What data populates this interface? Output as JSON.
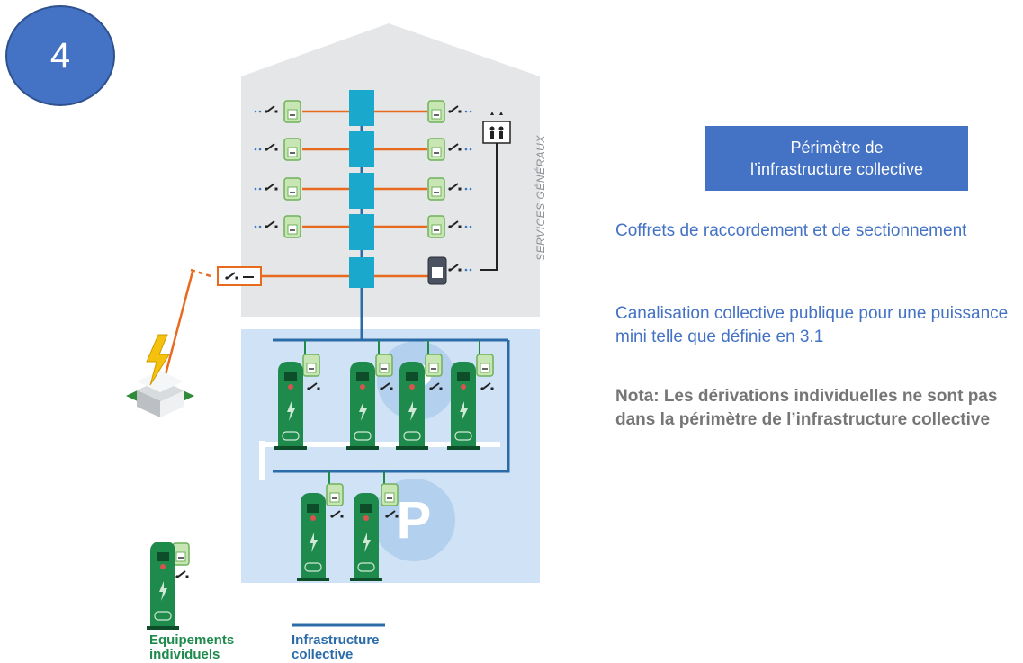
{
  "step_number": "4",
  "diagram": {
    "services_label": "SERVICES GÉNÉRAUX",
    "parking_symbol": "P",
    "legend": {
      "individual": "Equipements\nindividuels",
      "collective": "Infrastructure\ncollective"
    }
  },
  "panel": {
    "title": "Périmètre de\nl’infrastructure collective",
    "items": [
      "Coffrets de raccordement et de sectionnement",
      "Canalisation collective publique pour une puissance mini telle que définie en 3.1",
      "Nota: Les dérivations individuelles ne sont pas dans la périmètre de l’infrastructure collective"
    ]
  },
  "colors": {
    "accent_blue": "#4472c4",
    "collective_line": "#2b6ca8",
    "individual_green": "#1e8a4c",
    "tap_cyan": "#1aa8cc",
    "feeder_orange": "#e86a1e",
    "nota_gray": "#767676"
  },
  "icons": [
    "switch-icon",
    "meter-icon",
    "elevator-icon",
    "lightning-icon",
    "substation-icon",
    "ev-charger-icon",
    "parking-icon"
  ]
}
